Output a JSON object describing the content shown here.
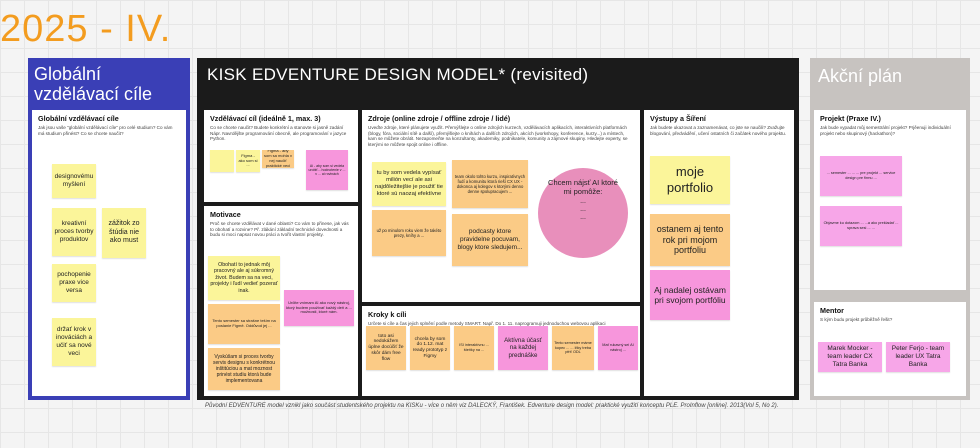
{
  "frame_title": "2025 - IV.",
  "left": {
    "heading": "Globální vzdělávací cíle",
    "panel_title": "Globální vzdělávací cíle",
    "panel_desc": "Jak jsou vaše \"globální vzdělávací cíle\" pro celé studium? Co vám má studium přinést? Co se chcete naučit?",
    "notes": [
      "designovému myšlení",
      "kreativní proces tvorby produktov",
      "pochopenie praxe vice versa",
      "držať krok v inováciách a učiť sa nové veci",
      "zážitok zo štúdia nie ako must"
    ]
  },
  "middle": {
    "heading": "KISK EDVENTURE DESIGN MODEL* (revisited)",
    "goals": {
      "title": "Vzdělávací cíl (ideálně 1, max. 3)",
      "desc": "Co se chcete naučit? Budete konkrétní a stanovte si jasně zadání Nápr. Navrdějšte programování obecně, ale programování v jazyce Python.",
      "notes": [
        "",
        "Figma - aby som sa mohla v nej naučiť praktické veci",
        "Figma - ako som si ...",
        "Ai - aby som si vedela urobiť... hodnotenie v ... v ... ai rovinách"
      ]
    },
    "motivation": {
      "title": "Motivace",
      "desc": "Proč se chcete vzdělávat v dané oblasti? Co vám to přinese, jak vás to obohatí a rozvine? Př. zlákání základní technické dovednosti a budu si moci napsat novou práci a tvořit vlastní projekty.",
      "notes": [
        "Obohatí to jednak môj pracovný ale aj súkromný život. Budem sa na veci, projekty i ľudí vedieť pozerať inak.",
        "Tento semester sa strašne teším na poslanie Figmě. Oddůvod jej ...",
        "Vyskúšam si proces tvorby servis designu s konkrétnou inštitúciou a mat moznost prinést studiu ktorá bude implementovana",
        "Určite vnímam AI ako nový nástroj, ktorý budem používať každý deň a ... možnosti, ktoré nám."
      ]
    },
    "resources": {
      "title": "Zdroje (online zdroje / offline zdroje / lidé)",
      "desc": "Uveďte zdroje, které plánujete využít. Přemýšlejte o online zdrojích kurzech, vzdělávacích aplikacích, interaktivních platformách (blogy, fóra, sociální sítě a další), přemýšlejte o knihách a dalších zdrojích, akcích (workshopy, konference, kurzy...) a místech, kam se můžete obrátit. Nezapomeňte na konzultanty, akademiky, podnikatele, komunity a zájmové skupiny. Hledejte experty, se kterými se můžete spojit online i offline.",
      "notes": [
        "tu by som vedela vypísať milión vecí ale asi najdôležitejšie je použiť tie ktoré sú naozaj efektívne",
        "team okolo tohto kurzu, inspiratívnych ľudí a komunitu ktorá rieší CX UX - dokonca aj kolegov s ktorými denno denne spolupracujem ...",
        "už po minulom roku viem že takéto prezy, kníhy a ...",
        "podcasty ktore pravidelne pocuvam, blogy ktore sledujem..."
      ],
      "circle_title": "Chcem nájsť AI ktoré mi pomôže:",
      "circle_items": [
        "...",
        "...",
        "..."
      ]
    },
    "steps": {
      "title": "Kroky k cíli",
      "desc": "Určete si cíle a čas jejich splnění podle metody SMART. Např. Do 1. 11. naprogramuji jednoduchou webovou aplikaci",
      "notes": [
        "toto asi nedokážem úplne docúčiť že skôr dám free flow",
        "chcela by som do 1.12. mat ready prototyp z Figmy",
        "ISI interaktívnu ... šteňky na ...",
        "Aktívna účasť na každej prednáške",
        "Tento semester máme kopec ... ... lítky treba pfriť ODL",
        "Mať rukavný sei AI nástroj ... "
      ]
    },
    "outputs": {
      "title": "Výstupy a Šíření",
      "desc": "Jak budete ukazovat a zaznamenávat, co jste se naučili? Zvažujte blogování, předvádění, učení ostatních či začátek nového projektu.",
      "notes": [
        "moje portfolio",
        "ostanem aj tento rok pri mojom portfoliu",
        "Aj nadalej ostávam pri svojom portfóliu"
      ]
    }
  },
  "right": {
    "heading": "Akční plán",
    "project": {
      "title": "Projekt (Praxe IV.)",
      "desc": "Jak bude vypadat můj semestrální projekt? Prjěenuji individuální projekt nebo skupinový (hackathon)?",
      "notes": [
        "... semester ... ... ... pre projekt ... service design pre firmu ...",
        "Objavme ku dotazom ... ...a ako prekladať ... sprava sesi ... ..."
      ]
    },
    "mentor": {
      "title": "Mentor",
      "desc": "S kým budu projekt průběžně řešit?",
      "notes": [
        "Marek Mocker - team leader CX Tatra Banka",
        "Peter Ferjo - team leader UX Tatra Banka"
      ]
    }
  },
  "caption": "Původní EDVENTURE model vznikl jako součást studentského projektu na KISKu - více o něm viz DALECKÝ, František. Edventure design model: praktické využití konceptu PLE. ProInflow [online]. 2013(Vol 5, No 2)."
}
